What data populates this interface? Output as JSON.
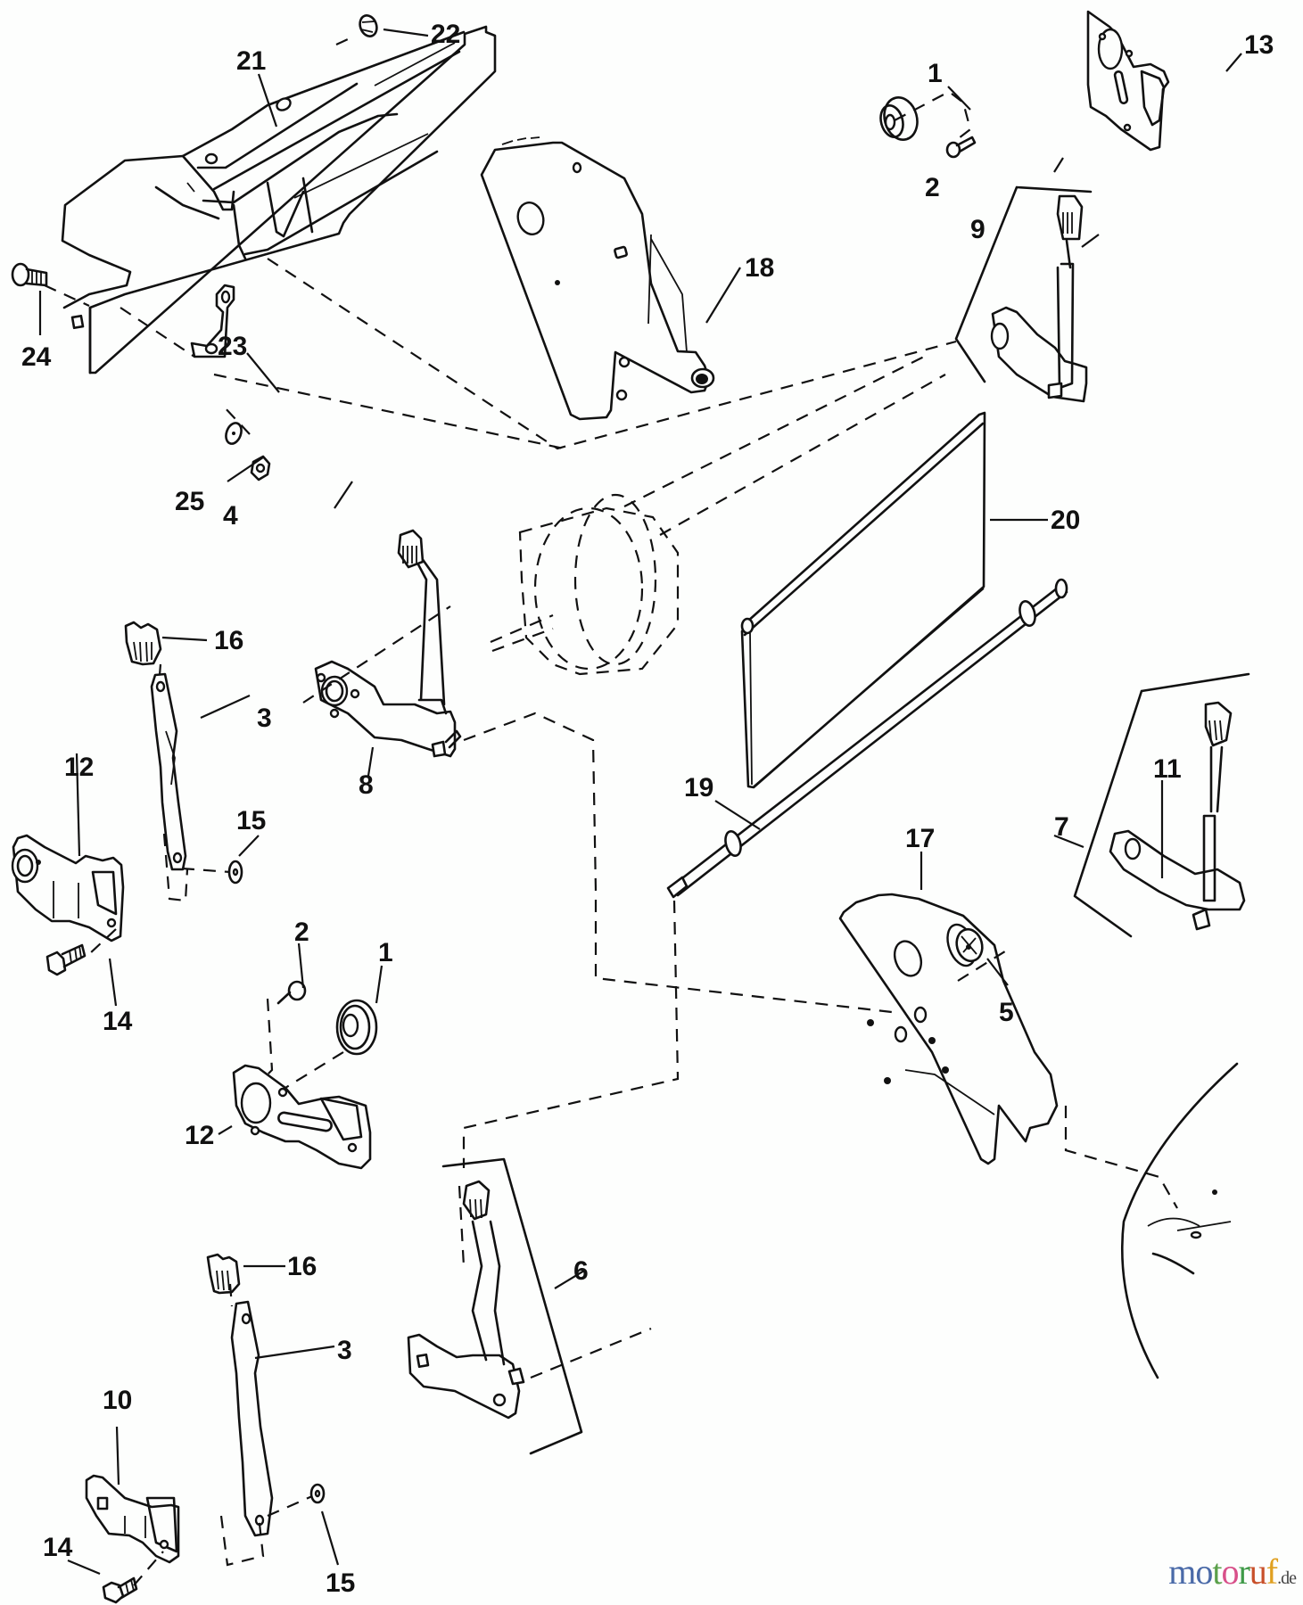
{
  "diagram": {
    "type": "exploded parts diagram",
    "callouts": {
      "p21": "21",
      "p22": "22",
      "p24": "24",
      "p23": "23",
      "p25": "25",
      "p4a": "4",
      "p18": "18",
      "p1a": "1",
      "p2a": "2",
      "p13": "13",
      "p9": "9",
      "p20": "20",
      "p16a": "16",
      "p3a": "3",
      "p12a": "12",
      "p8": "8",
      "p15a": "15",
      "p14a": "14",
      "p2b": "2",
      "p1b": "1",
      "p12b": "12",
      "p19": "19",
      "p7": "7",
      "p11": "11",
      "p17": "17",
      "p5": "5",
      "p6": "6",
      "p16b": "16",
      "p3b": "3",
      "p10": "10",
      "p15b": "15",
      "p14b": "14"
    }
  },
  "watermark": {
    "letters": [
      "m",
      "o",
      "t",
      "o",
      "r",
      "u",
      "f"
    ],
    "letter_colors": [
      "#4a6aa8",
      "#4a6aa8",
      "#5aa04a",
      "#d8508a",
      "#3f9a48",
      "#c8502a",
      "#e0a020"
    ],
    "tld": ".de"
  }
}
